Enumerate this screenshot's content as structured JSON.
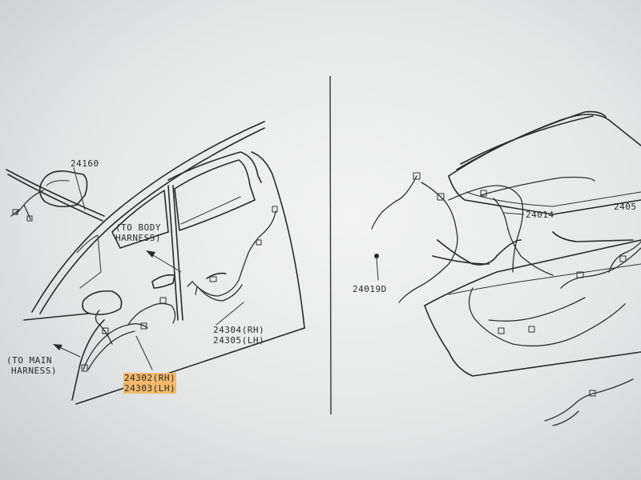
{
  "left_panel": {
    "part_mirror": "24160",
    "to_body_harness_line1": "(TO BODY",
    "to_body_harness_line2": "HARNESS)",
    "to_main_harness_line1": "(TO MAIN",
    "to_main_harness_line2": "HARNESS)",
    "part_rear_door_rh": "24304(RH)",
    "part_rear_door_lh": "24305(LH)",
    "part_front_door_rh": "24302(RH)",
    "part_front_door_lh": "24303(LH)"
  },
  "right_panel": {
    "part_back_door": "24014",
    "part_clip": "24019D",
    "part_partial": "2405"
  },
  "colors": {
    "highlight": "#f2b96a",
    "ink": "#2a2a2a"
  }
}
